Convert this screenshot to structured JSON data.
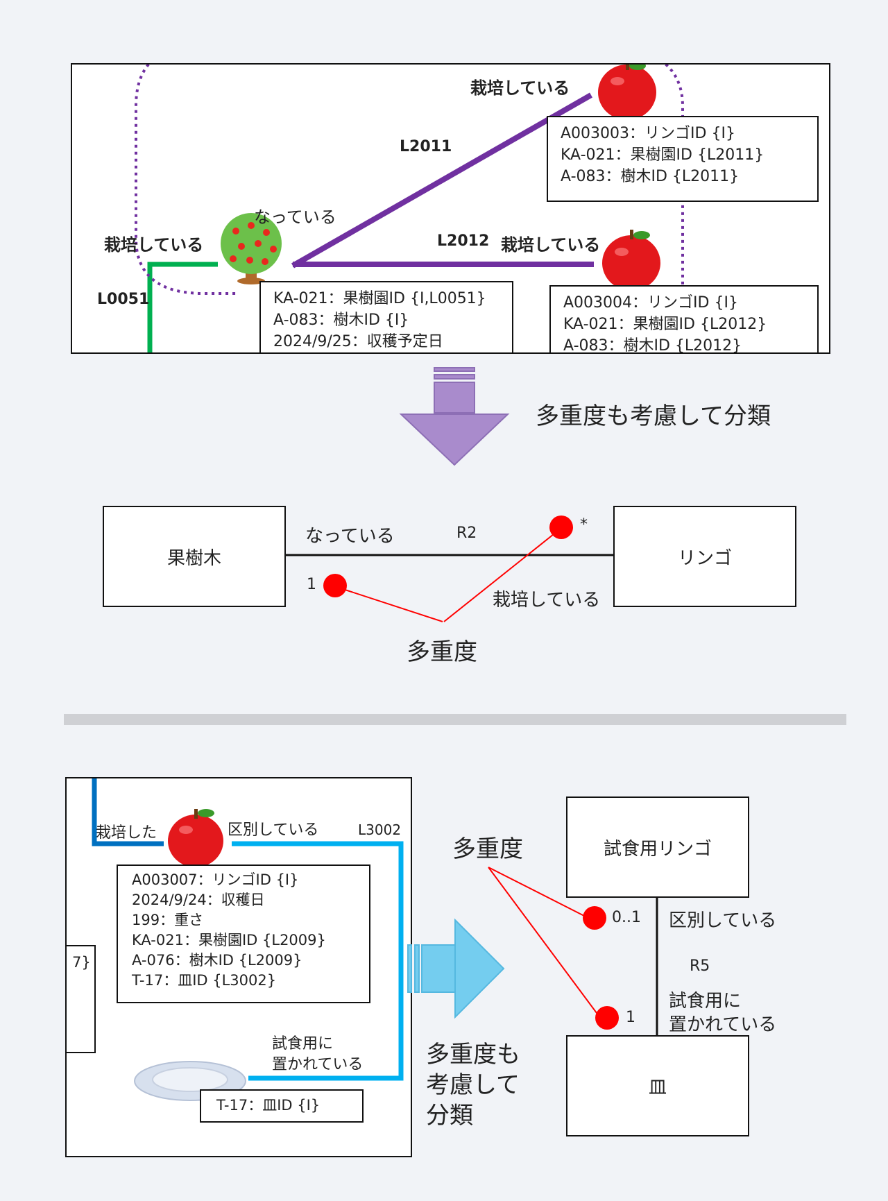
{
  "top_panel": {
    "link_l2011": "L2011",
    "link_l2012": "L2012",
    "link_l0051": "L0051",
    "label_cultivating_1": "栽培している",
    "label_cultivating_2": "栽培している",
    "label_cultivating_3": "栽培している",
    "label_bearing": "なっている",
    "note_apple_1": [
      "A003003：リンゴID {I}",
      "KA-021：果樹園ID {L2011}",
      "A-083：樹木ID {L2011}"
    ],
    "note_tree": [
      "KA-021：果樹園ID {I,L0051}",
      "A-083：樹木ID {I}",
      "2024/9/25：収穫予定日"
    ],
    "note_apple_2": [
      "A003004：リンゴID {I}",
      "KA-021：果樹園ID {L2012}",
      "A-083：樹木ID {L2012}"
    ]
  },
  "arrow1_caption": "多重度も考慮して分類",
  "model1": {
    "class_left": "果樹木",
    "class_right": "リンゴ",
    "assoc_top": "なっている",
    "assoc_id": "R2",
    "assoc_bottom": "栽培している",
    "mult_left": "1",
    "mult_right": "*",
    "callout": "多重度"
  },
  "bottom_panel": {
    "label_cultivated": "栽培した",
    "label_distinguish": "区別している",
    "link_l3002": "L3002",
    "label_placed_line1": "試食用に",
    "label_placed_line2": "置かれている",
    "note_apple": [
      "A003007：リンゴID {I}",
      "2024/9/24：収穫日",
      "199：重さ",
      "KA-021：果樹園ID {L2009}",
      "A-076：樹木ID {L2009}",
      "T-17：皿ID {L3002}"
    ],
    "note_partial": "7}",
    "note_plate": "T-17：皿ID {I}"
  },
  "arrow2_caption": [
    "多重度も",
    "考慮して",
    "分類"
  ],
  "model2": {
    "class_top": "試食用リンゴ",
    "class_bottom": "皿",
    "assoc_top": "区別している",
    "assoc_id": "R5",
    "assoc_bottom_line1": "試食用に",
    "assoc_bottom_line2": "置かれている",
    "mult_top": "0..1",
    "mult_bottom": "1",
    "callout": "多重度"
  },
  "colors": {
    "purple": "#7030a0",
    "green": "#00b050",
    "blue_dark": "#0070c0",
    "blue_light": "#00b0f0",
    "red": "#ff0000",
    "arrow_purple": "#a98bcc",
    "arrow_blue": "#74cdef",
    "separator": "#cfd0d4"
  }
}
